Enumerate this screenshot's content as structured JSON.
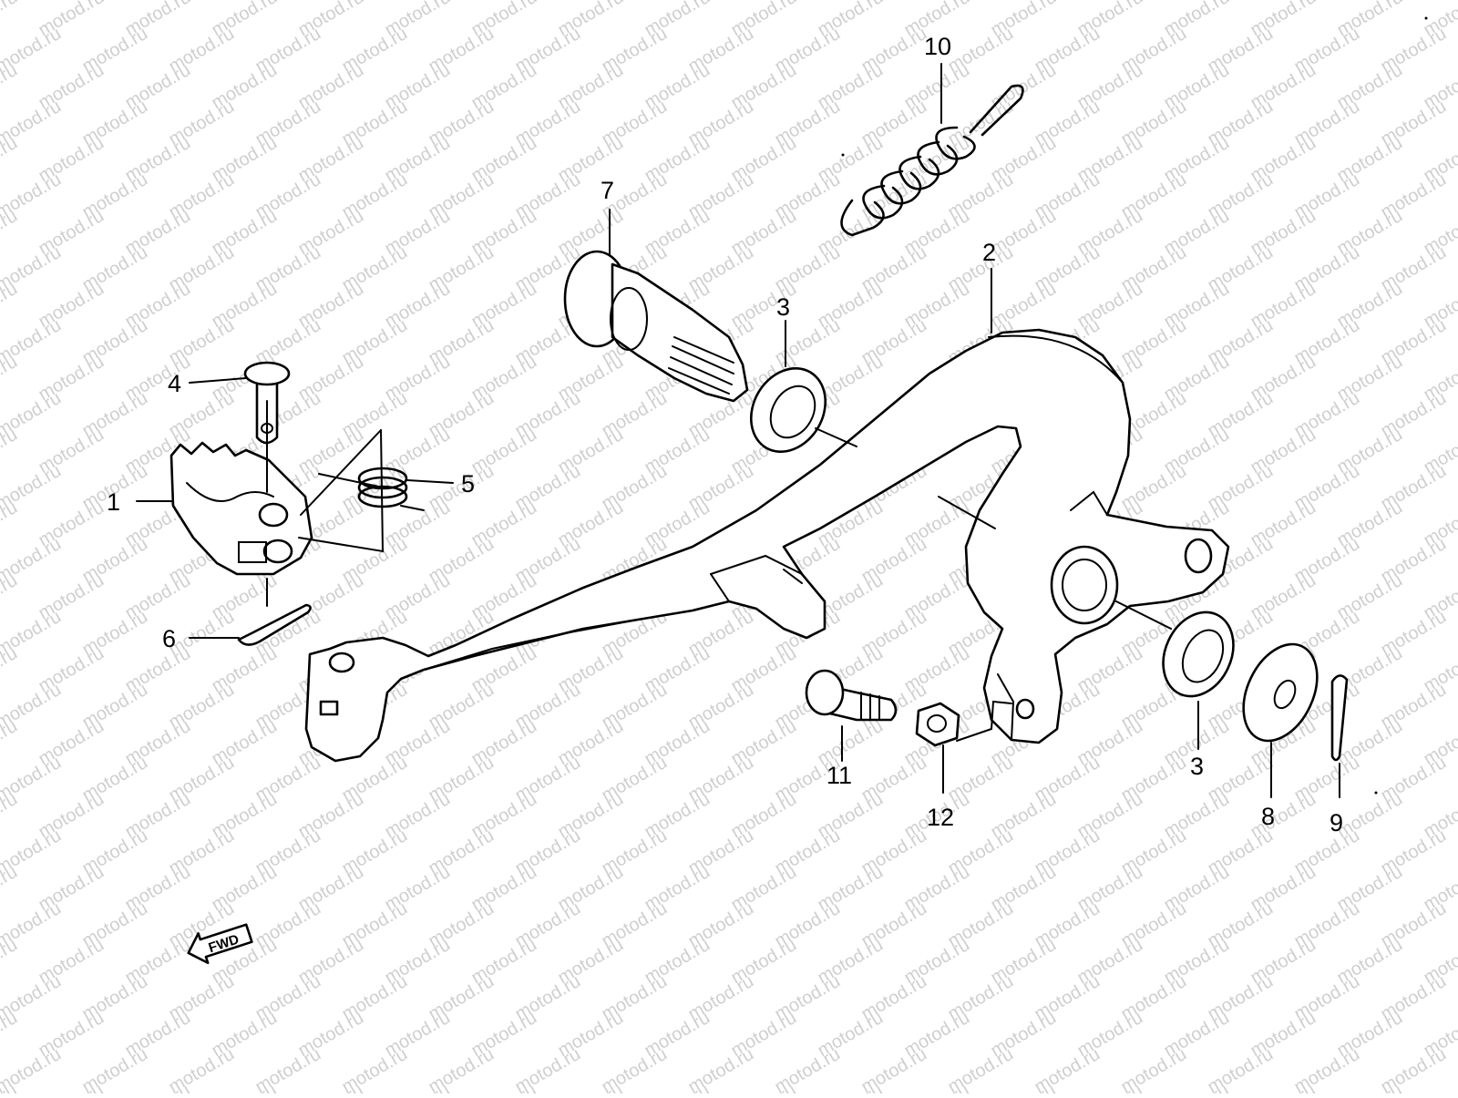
{
  "watermark": "motod.ru",
  "fwd_label": "FWD",
  "callouts": [
    {
      "id": "c1",
      "text": "1"
    },
    {
      "id": "c2",
      "text": "2"
    },
    {
      "id": "c3a",
      "text": "3"
    },
    {
      "id": "c3b",
      "text": "3"
    },
    {
      "id": "c4",
      "text": "4"
    },
    {
      "id": "c5",
      "text": "5"
    },
    {
      "id": "c6",
      "text": "6"
    },
    {
      "id": "c7",
      "text": "7"
    },
    {
      "id": "c8",
      "text": "8"
    },
    {
      "id": "c9",
      "text": "9"
    },
    {
      "id": "c10",
      "text": "10"
    },
    {
      "id": "c11",
      "text": "11"
    },
    {
      "id": "c12",
      "text": "12"
    }
  ]
}
